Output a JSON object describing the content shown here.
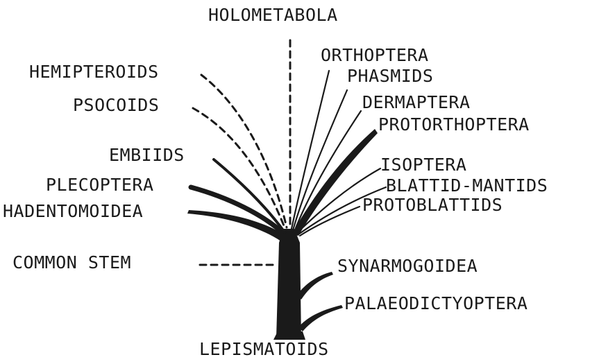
{
  "labels": {
    "holometabola": "HOLOMETABOLA",
    "hemipteroids": "HEMIPTEROIDS",
    "psocoids": "PSOCOIDS",
    "embiids": "EMBIIDS",
    "plecoptera": "PLECOPTERA",
    "hadentomoidea": "HADENTOMOIDEA",
    "common_stem": "COMMON STEM",
    "orthoptera": "ORTHOPTERA",
    "phasmids": "PHASMIDS",
    "dermaptera": "DERMAPTERA",
    "protorthoptera": "PROTORTHOPTERA",
    "isoptera": "ISOPTERA",
    "blattid_mantids": "BLATTID-MANTIDS",
    "protoblattids": "PROTOBLATTIDS",
    "synarmogoidea": "SYNARMOGOIDEA",
    "palaeodictyoptera": "PALAEODICTYOPTERA",
    "lepismatoids": "LEPISMATOIDS"
  }
}
